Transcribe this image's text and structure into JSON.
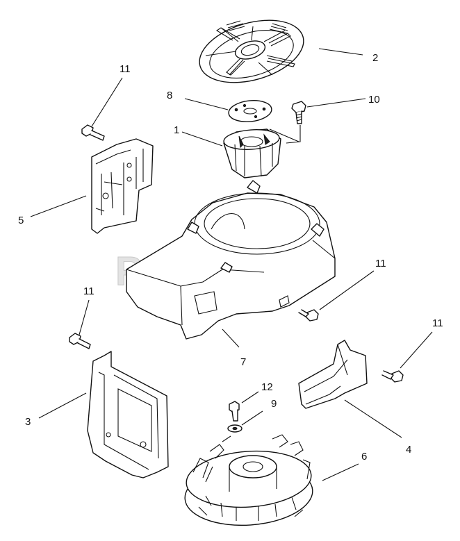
{
  "watermark": {
    "text": "PartsTree",
    "trademark": "™"
  },
  "callouts": [
    {
      "id": "c-2",
      "label": "2"
    },
    {
      "id": "c-8",
      "label": "8"
    },
    {
      "id": "c-10",
      "label": "10"
    },
    {
      "id": "c-11-a",
      "label": "11"
    },
    {
      "id": "c-1",
      "label": "1"
    },
    {
      "id": "c-5",
      "label": "5"
    },
    {
      "id": "c-11-b",
      "label": "11"
    },
    {
      "id": "c-11-c",
      "label": "11"
    },
    {
      "id": "c-7",
      "label": "7"
    },
    {
      "id": "c-11-d",
      "label": "11"
    },
    {
      "id": "c-3",
      "label": "3"
    },
    {
      "id": "c-12",
      "label": "12"
    },
    {
      "id": "c-9",
      "label": "9"
    },
    {
      "id": "c-6",
      "label": "6"
    },
    {
      "id": "c-4",
      "label": "4"
    }
  ]
}
